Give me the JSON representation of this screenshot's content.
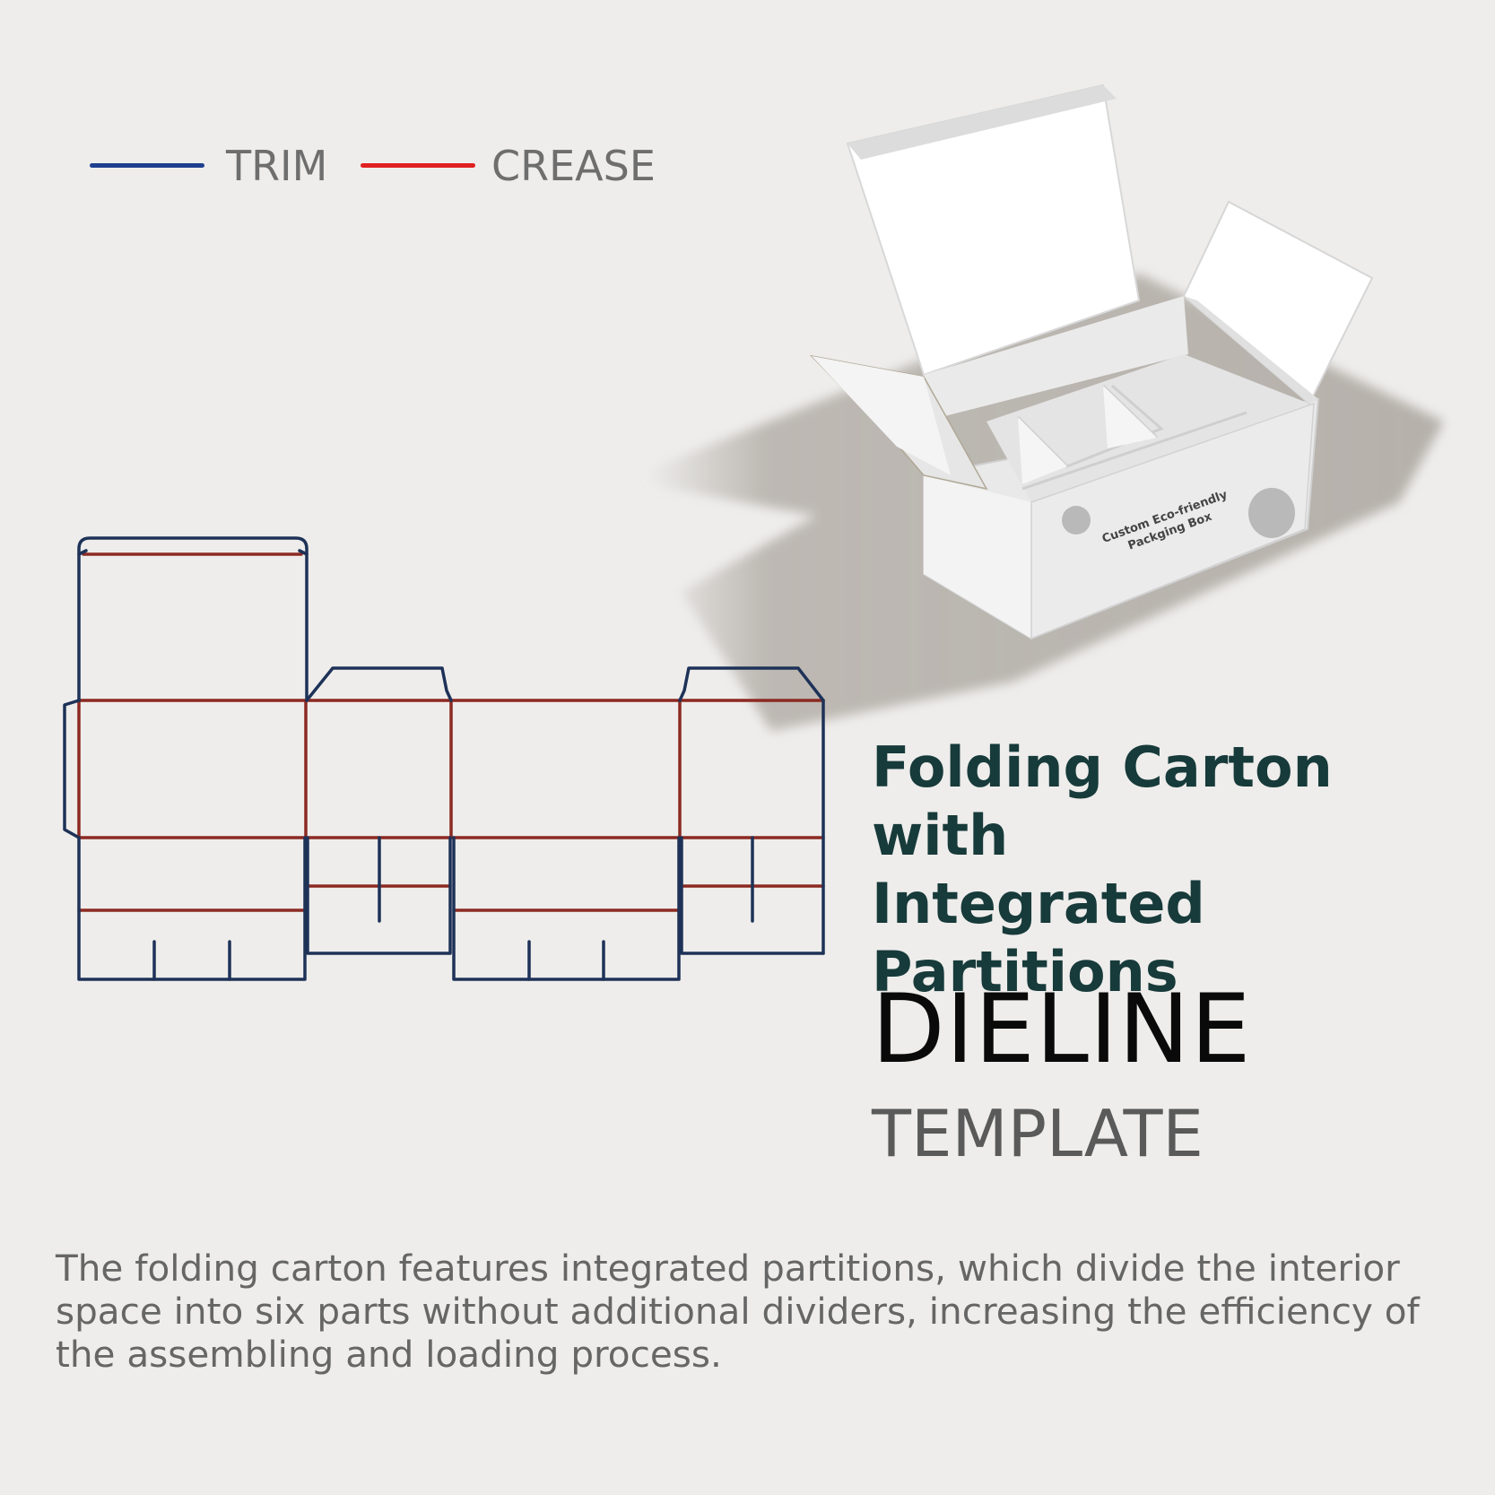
{
  "legend": {
    "trim": {
      "label": "TRIM",
      "color": "#1f3f8f"
    },
    "crease": {
      "label": "CREASE",
      "color": "#e02020"
    }
  },
  "dieline_colors": {
    "trim": "#1e3258",
    "crease": "#8b2a22"
  },
  "box_render": {
    "label_line1": "Custom Eco-friendly",
    "label_line2": "Packging Box"
  },
  "title": {
    "line1": "Folding Carton",
    "line2": "with",
    "line3": "Integrated Partitions"
  },
  "subtitle": "DIELINE",
  "subtitle2": "TEMPLATE",
  "description": "The folding carton features integrated partitions, which divide the interior space into six parts without additional dividers, increasing the efficiency of the assembling and loading process."
}
